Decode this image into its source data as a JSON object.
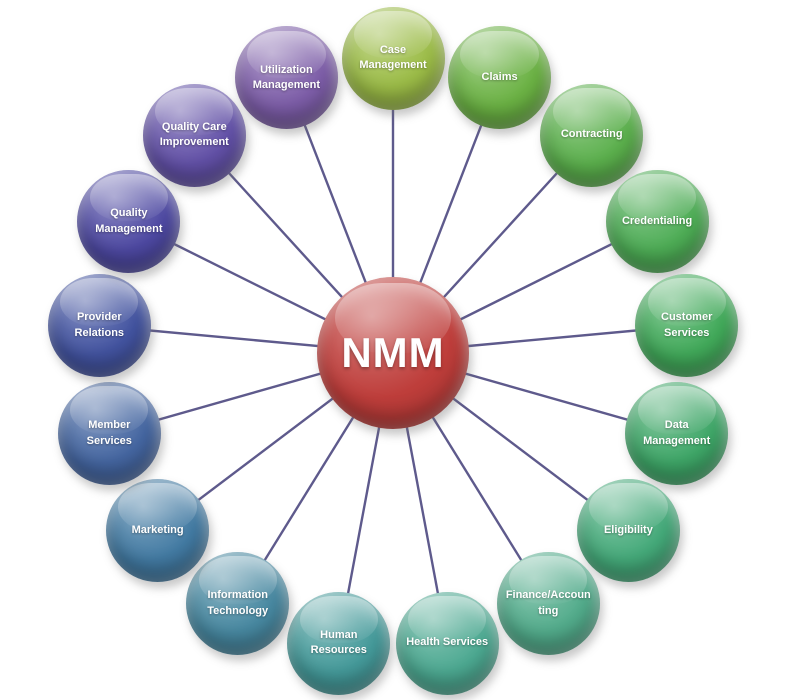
{
  "diagram": {
    "center": {
      "label": "NMM",
      "color": "#BD3A37"
    },
    "connector_color": "#5E5A8C",
    "nodes": [
      {
        "label": "Case Management",
        "color": "#9ABB44"
      },
      {
        "label": "Claims",
        "color": "#68B040"
      },
      {
        "label": "Contracting",
        "color": "#58AE49"
      },
      {
        "label": "Credentialing",
        "color": "#4AAB52"
      },
      {
        "label": "Customer Services",
        "color": "#3EA857"
      },
      {
        "label": "Data Management",
        "color": "#3BA565"
      },
      {
        "label": "Eligibility",
        "color": "#41A877"
      },
      {
        "label": "Finance/Accounting",
        "color": "#4FAA89"
      },
      {
        "label": "Health Services",
        "color": "#49A78F"
      },
      {
        "label": "Human Resources",
        "color": "#419898"
      },
      {
        "label": "Information Technology",
        "color": "#44869F"
      },
      {
        "label": "Marketing",
        "color": "#3F78A1"
      },
      {
        "label": "Member Services",
        "color": "#41639F"
      },
      {
        "label": "Provider Relations",
        "color": "#3F509E"
      },
      {
        "label": "Quality Management",
        "color": "#4A45A0"
      },
      {
        "label": "Quality Care Improvement",
        "color": "#5F4DA5"
      },
      {
        "label": "Utilization Management",
        "color": "#7A5AA6"
      }
    ]
  }
}
